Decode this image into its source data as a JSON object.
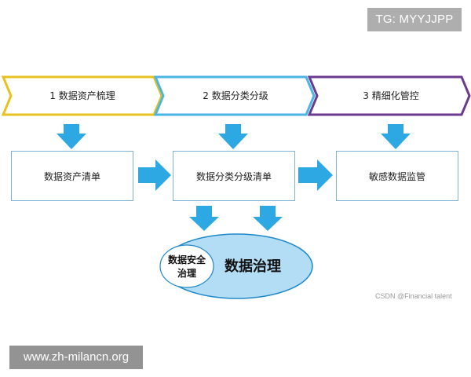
{
  "stages": [
    {
      "label": "1 数据资产梳理",
      "color": "#e8c21c"
    },
    {
      "label": "2 数据分类分级",
      "color": "#4bb5e6"
    },
    {
      "label": "3 精细化管控",
      "color": "#6c3a8f"
    }
  ],
  "boxes": [
    {
      "label": "数据资产清单"
    },
    {
      "label": "数据分类分级清单"
    },
    {
      "label": "敏感数据监管"
    }
  ],
  "result": {
    "inner_line1": "数据安全",
    "inner_line2": "治理",
    "main_label": "数据治理",
    "ellipse_color": "#b3dcf5",
    "inner_fill": "#ffffff"
  },
  "arrow_color": "#2ea8e2",
  "watermarks": {
    "top": "TG: MYYJJPP",
    "bottom": "www.zh-milancn.org",
    "credit": "CSDN @Financial talent"
  }
}
